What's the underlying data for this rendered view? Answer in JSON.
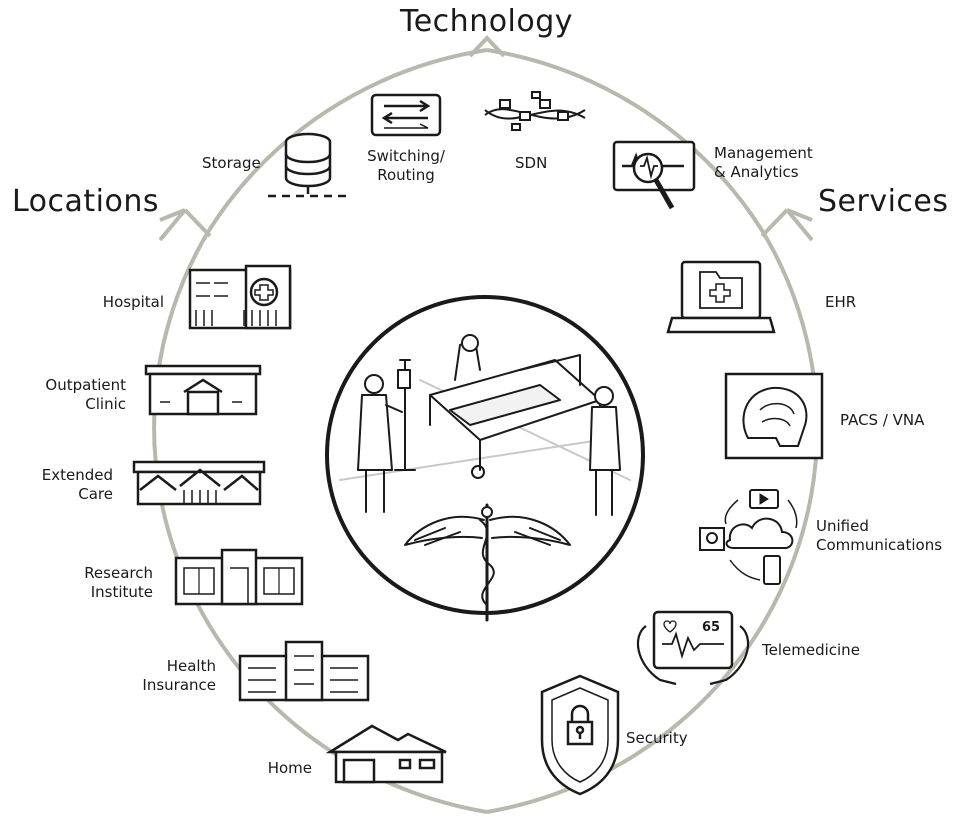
{
  "sections": {
    "technology": "Technology",
    "locations": "Locations",
    "services": "Services"
  },
  "technology_items": {
    "storage": "Storage",
    "switching_line1": "Switching/",
    "switching_line2": "Routing",
    "sdn": "SDN",
    "mgmt_line1": "Management",
    "mgmt_line2": "& Analytics"
  },
  "location_items": {
    "hospital": "Hospital",
    "outpatient_line1": "Outpatient",
    "outpatient_line2": "Clinic",
    "extended_line1": "Extended",
    "extended_line2": "Care",
    "research_line1": "Research",
    "research_line2": "Institute",
    "insurance_line1": "Health",
    "insurance_line2": "Insurance",
    "home": "Home"
  },
  "service_items": {
    "ehr": "EHR",
    "pacs": "PACS / VNA",
    "uc_line1": "Unified",
    "uc_line2": "Communications",
    "telemedicine": "Telemedicine",
    "security": "Security"
  },
  "device_readout": "65",
  "colors": {
    "ring": "#b9b8ac",
    "ink": "#1a1a1a"
  }
}
